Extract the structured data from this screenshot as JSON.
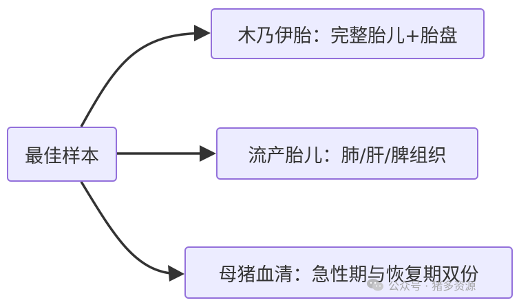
{
  "diagram": {
    "root": {
      "label": "最佳样本"
    },
    "branches": [
      {
        "label": "木乃伊胎：完整胎儿+胎盘"
      },
      {
        "label": "流产胎儿：肺/肝/脾组织"
      },
      {
        "label": "母猪血清：急性期与恢复期双份"
      }
    ]
  },
  "watermark": {
    "text": "公众号 · 猪多资源",
    "icon": "wechat-icon"
  },
  "colors": {
    "node_fill": "#ececff",
    "node_border": "#9370db",
    "edge": "#333333",
    "text": "#333333"
  }
}
